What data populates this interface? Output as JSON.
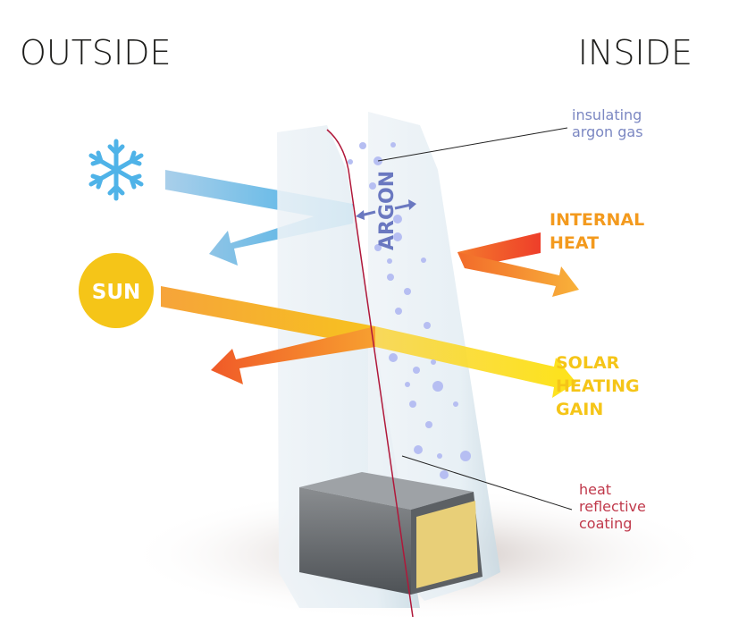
{
  "titles": {
    "outside": "OUTSIDE",
    "inside": "INSIDE"
  },
  "labels": {
    "argon": "ARGON",
    "argon_gas": [
      "insulating",
      "argon gas"
    ],
    "internal_heat": [
      "INTERNAL",
      "HEAT"
    ],
    "solar_gain": [
      "SOLAR",
      "HEATING",
      "GAIN"
    ],
    "coating": [
      "heat",
      "reflective",
      "coating"
    ],
    "sun": "SUN"
  },
  "icons": {
    "cold": "snowflake-icon",
    "sun": "sun-icon"
  },
  "colors": {
    "cold": "#4fb3e8",
    "sun": "#f5c518",
    "heat": "#ef4b2a",
    "orange": "#f39a1e",
    "argon": "#7b87c2",
    "coating": "#c0394b"
  }
}
